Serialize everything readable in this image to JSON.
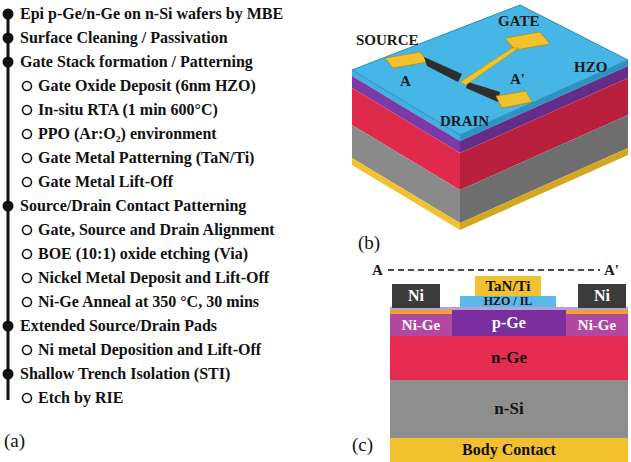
{
  "diagram": {
    "nodes": [
      {
        "text": [
          "Ni"
        ]
      },
      {
        "text": [
          "TaN/Ti"
        ]
      },
      {
        "text": [
          "HZO / IL"
        ]
      },
      {
        "text": [
          "Ni"
        ]
      },
      {
        "text": [
          "p-Ge"
        ]
      },
      {
        "text": [
          "Ni-Ge"
        ],
        "in": 4
      },
      {
        "text": [
          "Ni-Ge"
        ],
        "in": 4
      },
      {
        "text": [
          "n-Ge"
        ]
      },
      {
        "text": [
          "n-Si"
        ]
      },
      {
        "text": [
          "Body Contact"
        ]
      }
    ],
    "labels": [
      "Epi p-Ge/n-Ge on n-Si wafers by MBE",
      "Surface Cleaning / Passivation",
      "Gate Stack formation / Patterning",
      "Gate Oxide Deposit (6nm HZO)",
      "In-situ RTA (1 min 600°C)",
      "PPO (Ar:O₂) environment",
      "Gate Metal Patterning (TaN/Ti)",
      "Gate Metal Lift-Off",
      "Source/Drain Contact Patterning",
      "Gate, Source and Drain Alignment",
      "BOE (10:1) oxide etching (Via)",
      "Nickel Metal Deposit and Lift-Off",
      "Ni-Ge Anneal at 350 °C, 30 mins",
      "Extended Source/Drain Pads",
      "Ni metal Deposition and Lift-Off",
      "Shallow Trench Isolation (STI)",
      "Etch by RIE",
      "(a)",
      "SOURCE",
      "GATE",
      "A",
      "A'",
      "DRAIN",
      "HZO",
      "(b)",
      "A",
      "A'",
      "(c)"
    ]
  }
}
